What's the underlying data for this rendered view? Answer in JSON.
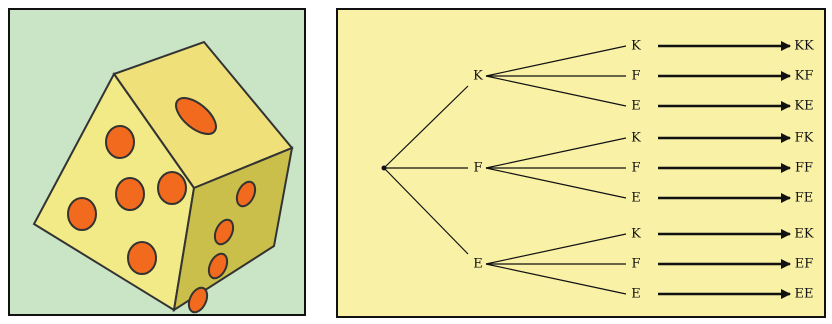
{
  "dice": {
    "colors": {
      "face_top": "#efe07a",
      "face_front": "#f2ea86",
      "face_side": "#c9bf4a",
      "pip": "#f26a1d",
      "outline": "#333333",
      "background": "#c9e5c6"
    },
    "top_face_pips": 1,
    "front_face_pips": 5,
    "side_face_pips": 4
  },
  "tree": {
    "colors": {
      "background": "#f9f1a6",
      "line": "#111111"
    },
    "first_level": [
      {
        "label": "K",
        "children": [
          {
            "label": "K",
            "outcome": "KK"
          },
          {
            "label": "F",
            "outcome": "KF"
          },
          {
            "label": "E",
            "outcome": "KE"
          }
        ]
      },
      {
        "label": "F",
        "children": [
          {
            "label": "K",
            "outcome": "FK"
          },
          {
            "label": "F",
            "outcome": "FF"
          },
          {
            "label": "E",
            "outcome": "FE"
          }
        ]
      },
      {
        "label": "E",
        "children": [
          {
            "label": "K",
            "outcome": "EK"
          },
          {
            "label": "F",
            "outcome": "EF"
          },
          {
            "label": "E",
            "outcome": "EE"
          }
        ]
      }
    ]
  }
}
